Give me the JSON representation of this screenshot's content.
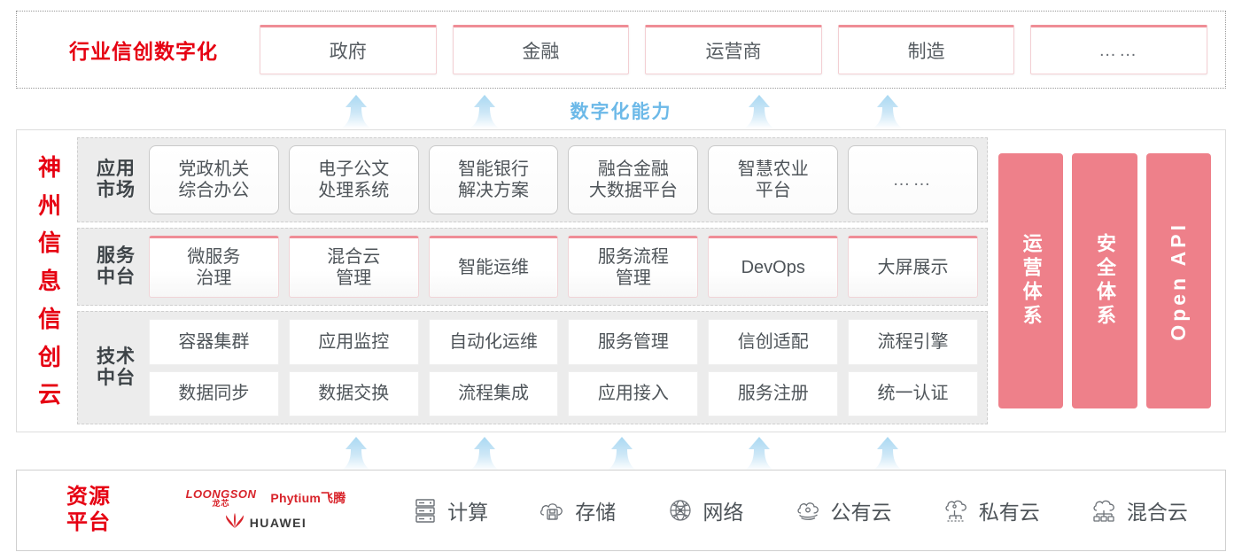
{
  "industry": {
    "title": "行业信创数字化",
    "cards": [
      {
        "label": "政府"
      },
      {
        "label": "金融"
      },
      {
        "label": "运营商"
      },
      {
        "label": "制造"
      },
      {
        "label": "……"
      }
    ]
  },
  "capability": {
    "label": "数字化能力",
    "arrow_color": "#a9d8f2"
  },
  "cloud": {
    "title_chars": [
      "神",
      "州",
      "信",
      "息",
      "信",
      "创",
      "云"
    ],
    "rows": [
      {
        "label": "应用\n市场",
        "label_line1": "应用",
        "label_line2": "市场",
        "style": "app",
        "cards": [
          {
            "line1": "党政机关",
            "line2": "综合办公"
          },
          {
            "line1": "电子公文",
            "line2": "处理系统"
          },
          {
            "line1": "智能银行",
            "line2": "解决方案"
          },
          {
            "line1": "融合金融",
            "line2": "大数据平台"
          },
          {
            "line1": "智慧农业",
            "line2": "平台"
          },
          {
            "line1": "……",
            "line2": ""
          }
        ]
      },
      {
        "label_line1": "服务",
        "label_line2": "中台",
        "style": "svc",
        "cards": [
          {
            "line1": "微服务",
            "line2": "治理"
          },
          {
            "line1": "混合云",
            "line2": "管理"
          },
          {
            "line1": "智能运维",
            "line2": ""
          },
          {
            "line1": "服务流程",
            "line2": "管理"
          },
          {
            "line1": "DevOps",
            "line2": ""
          },
          {
            "line1": "大屏展示",
            "line2": ""
          }
        ]
      },
      {
        "label_line1": "技术",
        "label_line2": "中台",
        "style": "tech",
        "sub_rows": [
          [
            "容器集群",
            "应用监控",
            "自动化运维",
            "服务管理",
            "信创适配",
            "流程引擎"
          ],
          [
            "数据同步",
            "数据交换",
            "流程集成",
            "应用接入",
            "服务注册",
            "统一认证"
          ]
        ]
      }
    ],
    "pillars": [
      {
        "text": "运营体系",
        "lang": "cn"
      },
      {
        "text": "安全体系",
        "lang": "cn"
      },
      {
        "text": "Open API",
        "lang": "en"
      }
    ],
    "pillar_color": "#ee808a"
  },
  "resource": {
    "title_line1": "资源",
    "title_line2": "平台",
    "vendors": [
      {
        "name": "LOONGSON",
        "sub": "龙芯"
      },
      {
        "name": "Phytium飞腾"
      },
      {
        "name": "HUAWEI"
      }
    ],
    "items": [
      {
        "label": "计算",
        "icon": "server-rack-icon"
      },
      {
        "label": "存储",
        "icon": "cloud-storage-icon"
      },
      {
        "label": "网络",
        "icon": "network-globe-icon"
      },
      {
        "label": "公有云",
        "icon": "public-cloud-icon"
      },
      {
        "label": "私有云",
        "icon": "private-cloud-icon"
      },
      {
        "label": "混合云",
        "icon": "hybrid-cloud-icon"
      }
    ]
  },
  "colors": {
    "brand_red": "#e60012",
    "pink": "#ee808a",
    "light_blue": "#6cb9e8",
    "band_gray": "#ececec"
  }
}
